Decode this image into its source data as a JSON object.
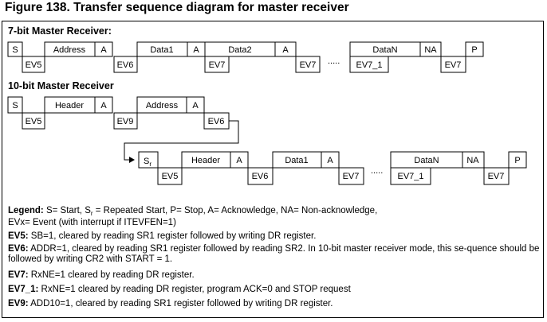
{
  "figure_title": "Figure 138. Transfer sequence diagram for master receiver",
  "section7": {
    "label": "7-bit Master Receiver:",
    "top_boxes": [
      "S",
      "Address",
      "A",
      "Data1",
      "A",
      "Data2",
      "A",
      "DataN",
      "NA",
      "P"
    ],
    "events": [
      "EV5",
      "EV6",
      "EV7",
      "EV7",
      "EV7_1",
      "EV7"
    ],
    "ellipsis": "....."
  },
  "section10": {
    "label": "10-bit Master Receiver",
    "row1_boxes": [
      "S",
      "Header",
      "A",
      "Address",
      "A"
    ],
    "row1_events": [
      "EV5",
      "EV9",
      "EV6"
    ],
    "row2_start": "S",
    "row2_start_sub": "r",
    "row2_boxes": [
      "Header",
      "A",
      "Data1",
      "A",
      "DataN",
      "NA",
      "P"
    ],
    "row2_events": [
      "EV5",
      "EV6",
      "EV7",
      "EV7_1",
      "EV7"
    ],
    "ellipsis": "....."
  },
  "legend": {
    "heading": "Legend:",
    "part1": "S= Start, S",
    "sub_r": "r",
    "part2": " = Repeated Start, P= Stop, A= Acknowledge, NA= Non-acknowledge,",
    "line2": "EVx= Event (with interrupt if ITEVFEN=1)",
    "items": [
      {
        "key": "EV5:",
        "text": " SB=1, cleared by reading SR1 register followed by writing DR register."
      },
      {
        "key": "EV6:",
        "text": " ADDR=1, cleared by reading SR1 register followed by reading SR2. In 10-bit master receiver mode, this se-quence should be followed by writing CR2 with START = 1."
      },
      {
        "key": "EV7:",
        "text": " RxNE=1 cleared by reading DR register."
      },
      {
        "key": "EV7_1:",
        "text": " RxNE=1 cleared by reading DR register, program ACK=0 and STOP request"
      },
      {
        "key": "EV9:",
        "text": " ADD10=1, cleared by reading SR1 register followed by writing DR register."
      }
    ]
  }
}
